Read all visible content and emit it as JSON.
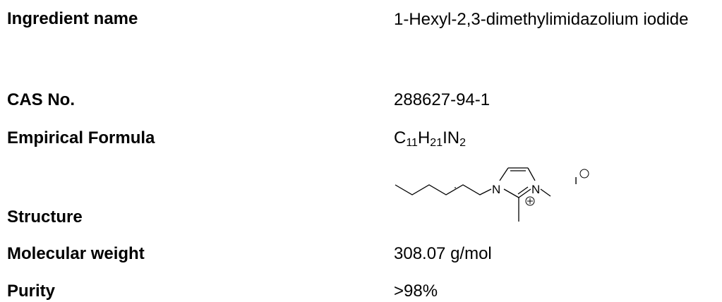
{
  "spec": {
    "ingredient": {
      "label": "Ingredient name",
      "value": "1-Hexyl-2,3-dimethylimidazolium iodide"
    },
    "cas": {
      "label": "CAS No.",
      "value": "288627-94-1"
    },
    "formula": {
      "label": "Empirical Formula",
      "c": "C",
      "c_count": "11",
      "h": "H",
      "h_count": "21",
      "in": "IN",
      "n_count": "2"
    },
    "structure": {
      "label": "Structure",
      "atom_n1": "N",
      "atom_n3": "N",
      "counter_ion": "I"
    },
    "molecular_weight": {
      "label": "Molecular weight",
      "value": "308.07 g/mol"
    },
    "purity": {
      "label": "Purity",
      "value": ">98%"
    }
  }
}
